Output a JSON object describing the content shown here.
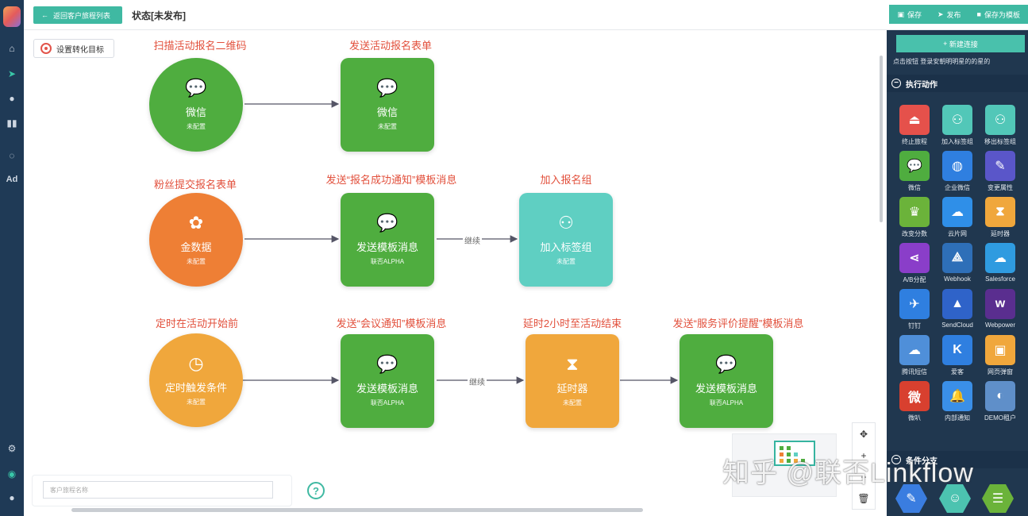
{
  "topbar": {
    "back_label": "返回客户旅程列表",
    "status": "状态[未发布]",
    "actions": [
      "保存",
      "发布",
      "保存为模板"
    ]
  },
  "canvas": {
    "goal_button": "设置转化目标",
    "journey_name_placeholder": "客户旅程名称",
    "help": "?",
    "nodes": {
      "n1": {
        "title": "扫描活动报名二维码",
        "name": "微信",
        "sub": "未配置",
        "icon": "wechat-icon"
      },
      "n2": {
        "title": "发送活动报名表单",
        "name": "微信",
        "sub": "未配置",
        "icon": "wechat-icon"
      },
      "n3": {
        "title": "粉丝提交报名表单",
        "name": "金数据",
        "sub": "未配置",
        "icon": "jinshuju-icon"
      },
      "n4": {
        "title": "发送“报名成功通知”模板消息",
        "name": "发送模板消息",
        "sub": "联否ALPHA",
        "icon": "wechat-icon"
      },
      "n5": {
        "title": "加入报名组",
        "name": "加入标签组",
        "sub": "未配置",
        "icon": "add-user-icon"
      },
      "n6": {
        "title": "定时在活动开始前",
        "name": "定时触发条件",
        "sub": "未配置",
        "icon": "clock-icon"
      },
      "n7": {
        "title": "发送“会议通知”模板消息",
        "name": "发送模板消息",
        "sub": "联否ALPHA",
        "icon": "wechat-icon"
      },
      "n8": {
        "title": "延时2小时至活动结束",
        "name": "延时器",
        "sub": "未配置",
        "icon": "hourglass-icon"
      },
      "n9": {
        "title": "发送“服务评价提醒”模板消息",
        "name": "发送模板消息",
        "sub": "联否ALPHA",
        "icon": "wechat-icon"
      }
    },
    "edge_labels": {
      "e1": "继续",
      "e2": "继续"
    },
    "zoom_controls": [
      "✥",
      "+",
      "−",
      "🗑"
    ]
  },
  "right_panel": {
    "new_connection": "新建连接",
    "trigger_row": "点击按钮    登录安朝明明星的的星的",
    "section_actions": "执行动作",
    "section_conditions": "条件分支",
    "actions": [
      {
        "label": "终止旅程",
        "color": "#e5514b",
        "icon": "stop-icon"
      },
      {
        "label": "加入标签组",
        "color": "#52c7b8",
        "icon": "add-tag-icon"
      },
      {
        "label": "移出标签组",
        "color": "#52c7b8",
        "icon": "remove-tag-icon"
      },
      {
        "label": "微信",
        "color": "#4fad3f",
        "icon": "wechat-icon"
      },
      {
        "label": "企业微信",
        "color": "#2f7fe0",
        "icon": "wework-icon"
      },
      {
        "label": "变更属性",
        "color": "#5a56c9",
        "icon": "edit-icon"
      },
      {
        "label": "改变分数",
        "color": "#6bb33a",
        "icon": "trophy-icon"
      },
      {
        "label": "云片网",
        "color": "#2f8fe8",
        "icon": "cloud-icon"
      },
      {
        "label": "延时器",
        "color": "#f0a73c",
        "icon": "hourglass-icon"
      },
      {
        "label": "A/B分配",
        "color": "#8a3ec9",
        "icon": "ab-split-icon"
      },
      {
        "label": "Webhook",
        "color": "#2e6fb8",
        "icon": "webhook-icon"
      },
      {
        "label": "Salesforce",
        "color": "#2f9be0",
        "icon": "salesforce-icon"
      },
      {
        "label": "钉钉",
        "color": "#2f7fe0",
        "icon": "dingtalk-icon"
      },
      {
        "label": "SendCloud",
        "color": "#2f63c9",
        "icon": "sendcloud-icon"
      },
      {
        "label": "Webpower",
        "color": "#5a2e8f",
        "icon": "webpower-icon"
      },
      {
        "label": "腾讯短信",
        "color": "#4f8fd9",
        "icon": "tencent-sms-icon"
      },
      {
        "label": "爱客",
        "color": "#2f7fe0",
        "icon": "aike-icon"
      },
      {
        "label": "网页弹窗",
        "color": "#f0a73c",
        "icon": "popup-icon"
      },
      {
        "label": "微叭",
        "color": "#d8402f",
        "icon": "weiba-icon"
      },
      {
        "label": "内部通知",
        "color": "#3a8fe8",
        "icon": "bell-icon"
      },
      {
        "label": "DEMO租户",
        "color": "#5f8fc9",
        "icon": "demo-tenant-icon"
      }
    ]
  },
  "watermark": "知乎 @联否Linkflow"
}
